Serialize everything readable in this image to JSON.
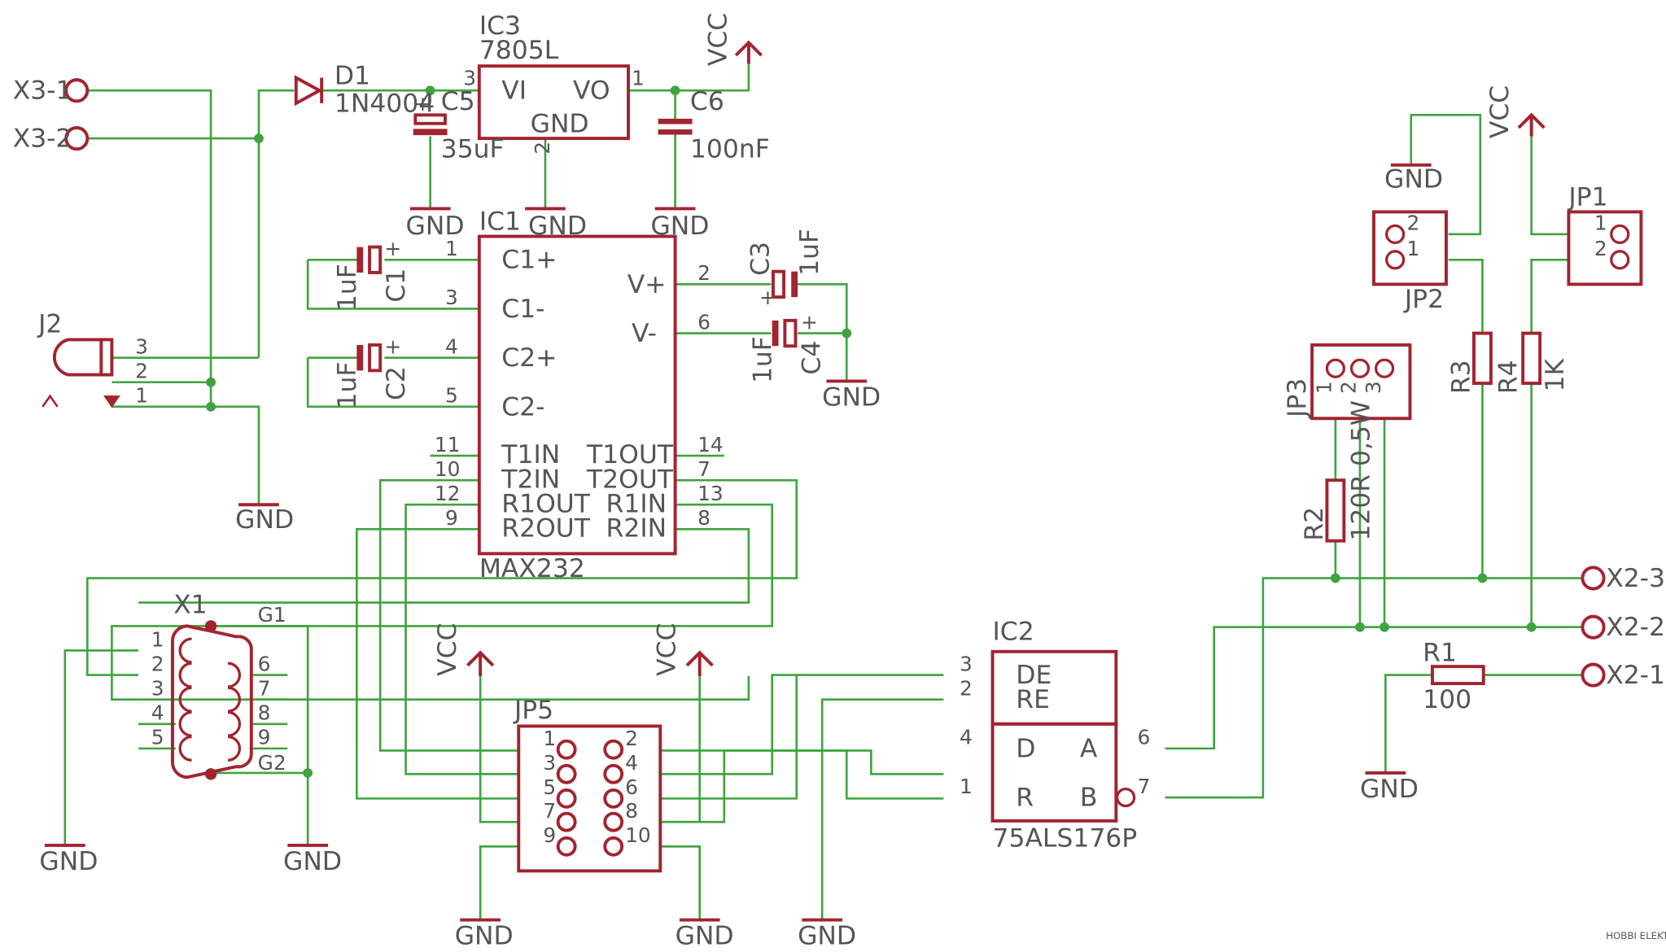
{
  "labels": {
    "ic3_name": "IC3",
    "ic3_value": "7805L",
    "ic3_vi": "VI",
    "ic3_vo": "VO",
    "ic3_gnd": "GND",
    "ic3_p1": "1",
    "ic3_p2": "2",
    "ic3_p3": "3",
    "vcc_top": "VCC",
    "d1_name": "D1",
    "d1_value": "1N4004",
    "c5_name": "C5",
    "c5_value": "35uF",
    "c5_plus": "+",
    "c6_name": "C6",
    "c6_value": "100nF",
    "gnd_c5": "GND",
    "gnd_ic3": "GND",
    "gnd_c6": "GND",
    "x3_1": "X3-1",
    "x3_2": "X3-2",
    "j2_name": "J2",
    "j2_p1": "1",
    "j2_p2": "2",
    "j2_p3": "3",
    "gnd_j2": "GND",
    "ic1_name": "IC1",
    "ic1_value": "MAX232",
    "ic1_c1p": "C1+",
    "ic1_c1m": "C1-",
    "ic1_c2p": "C2+",
    "ic1_c2m": "C2-",
    "ic1_vp": "V+",
    "ic1_vm": "V-",
    "ic1_t1in": "T1IN",
    "ic1_t2in": "T2IN",
    "ic1_r1out": "R1OUT",
    "ic1_r2out": "R2OUT",
    "ic1_t1out": "T1OUT",
    "ic1_t2out": "T2OUT",
    "ic1_r1in": "R1IN",
    "ic1_r2in": "R2IN",
    "ic1_p1": "1",
    "ic1_p3": "3",
    "ic1_p4": "4",
    "ic1_p5": "5",
    "ic1_p11": "11",
    "ic1_p10": "10",
    "ic1_p12": "12",
    "ic1_p9": "9",
    "ic1_p2": "2",
    "ic1_p6": "6",
    "ic1_p14": "14",
    "ic1_p7": "7",
    "ic1_p13": "13",
    "ic1_p8": "8",
    "c1_name": "C1",
    "c1_value": "1uF",
    "c2_name": "C2",
    "c2_value": "1uF",
    "c3_name": "C3",
    "c3_value": "1uF",
    "c4_name": "C4",
    "c4_value": "1uF",
    "cap_plus": "+",
    "gnd_c4": "GND",
    "x1_name": "X1",
    "x1_g1": "G1",
    "x1_g2": "G2",
    "x1_p1": "1",
    "x1_p2": "2",
    "x1_p3": "3",
    "x1_p4": "4",
    "x1_p5": "5",
    "x1_p6": "6",
    "x1_p7": "7",
    "x1_p8": "8",
    "x1_p9": "9",
    "gnd_x1_left": "GND",
    "gnd_x1_right": "GND",
    "vcc_jp5_left": "VCC",
    "vcc_jp5_right": "VCC",
    "jp5_name": "JP5",
    "jp5_p1": "1",
    "jp5_p2": "2",
    "jp5_p3": "3",
    "jp5_p4": "4",
    "jp5_p5": "5",
    "jp5_p6": "6",
    "jp5_p7": "7",
    "jp5_p8": "8",
    "jp5_p9": "9",
    "jp5_p10": "10",
    "gnd_jp5_left": "GND",
    "gnd_jp5_right": "GND",
    "gnd_ic2_re": "GND",
    "ic2_name": "IC2",
    "ic2_value": "75ALS176P",
    "ic2_de": "DE",
    "ic2_re": "RE",
    "ic2_d": "D",
    "ic2_r": "R",
    "ic2_a": "A",
    "ic2_b": "B",
    "ic2_p3": "3",
    "ic2_p2": "2",
    "ic2_p4": "4",
    "ic2_p1": "1",
    "ic2_p6": "6",
    "ic2_p7": "7",
    "gnd_jp2": "GND",
    "vcc_right": "VCC",
    "jp2_name": "JP2",
    "jp2_p2": "2",
    "jp2_p1": "1",
    "jp1_name": "JP1",
    "jp1_p1": "1",
    "jp1_p2": "2",
    "jp3_name": "JP3",
    "jp3_p1": "1",
    "jp3_p2": "2",
    "jp3_p3": "3",
    "r3_name": "R3",
    "r4_name": "R4",
    "r4_value": "1K",
    "r2_name": "R2",
    "r2_value": "120R 0,5W",
    "r1_name": "R1",
    "r1_value": "100",
    "gnd_r1": "GND",
    "x2_3": "X2-3",
    "x2_2": "X2-2",
    "x2_1": "X2-1",
    "watermark": "HOBBI ELEKTRONIKA"
  },
  "colors": {
    "wire": "#3fa33f",
    "part": "#a2242f",
    "text": "#555555",
    "background": "#ffffff"
  }
}
